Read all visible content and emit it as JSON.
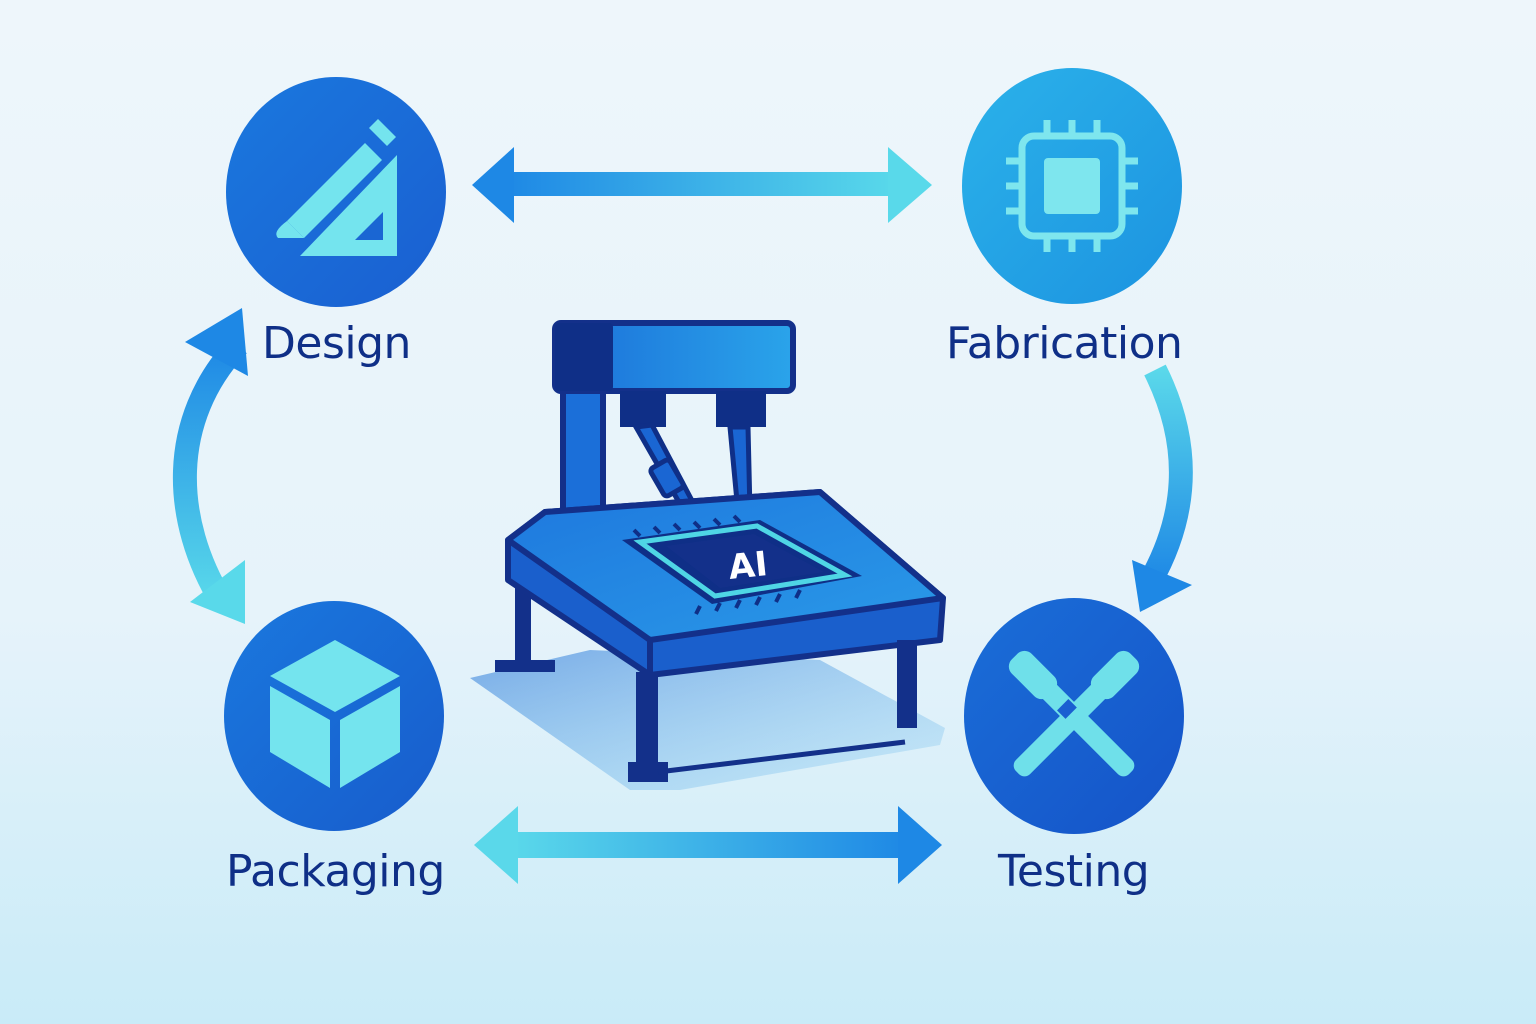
{
  "diagram": {
    "stages": [
      {
        "id": "design",
        "label": "Design",
        "icon": "pencil-ruler-icon"
      },
      {
        "id": "fabrication",
        "label": "Fabrication",
        "icon": "chip-icon"
      },
      {
        "id": "testing",
        "label": "Testing",
        "icon": "crossed-tools-icon"
      },
      {
        "id": "packaging",
        "label": "Packaging",
        "icon": "box-icon"
      }
    ],
    "chip_label": "AI",
    "colors": {
      "primary_blue": "#1565d8",
      "light_blue": "#27b3ea",
      "cyan_accent": "#6fe6ec",
      "dark_navy": "#0f2f87",
      "background": "#eaf5fb"
    }
  }
}
